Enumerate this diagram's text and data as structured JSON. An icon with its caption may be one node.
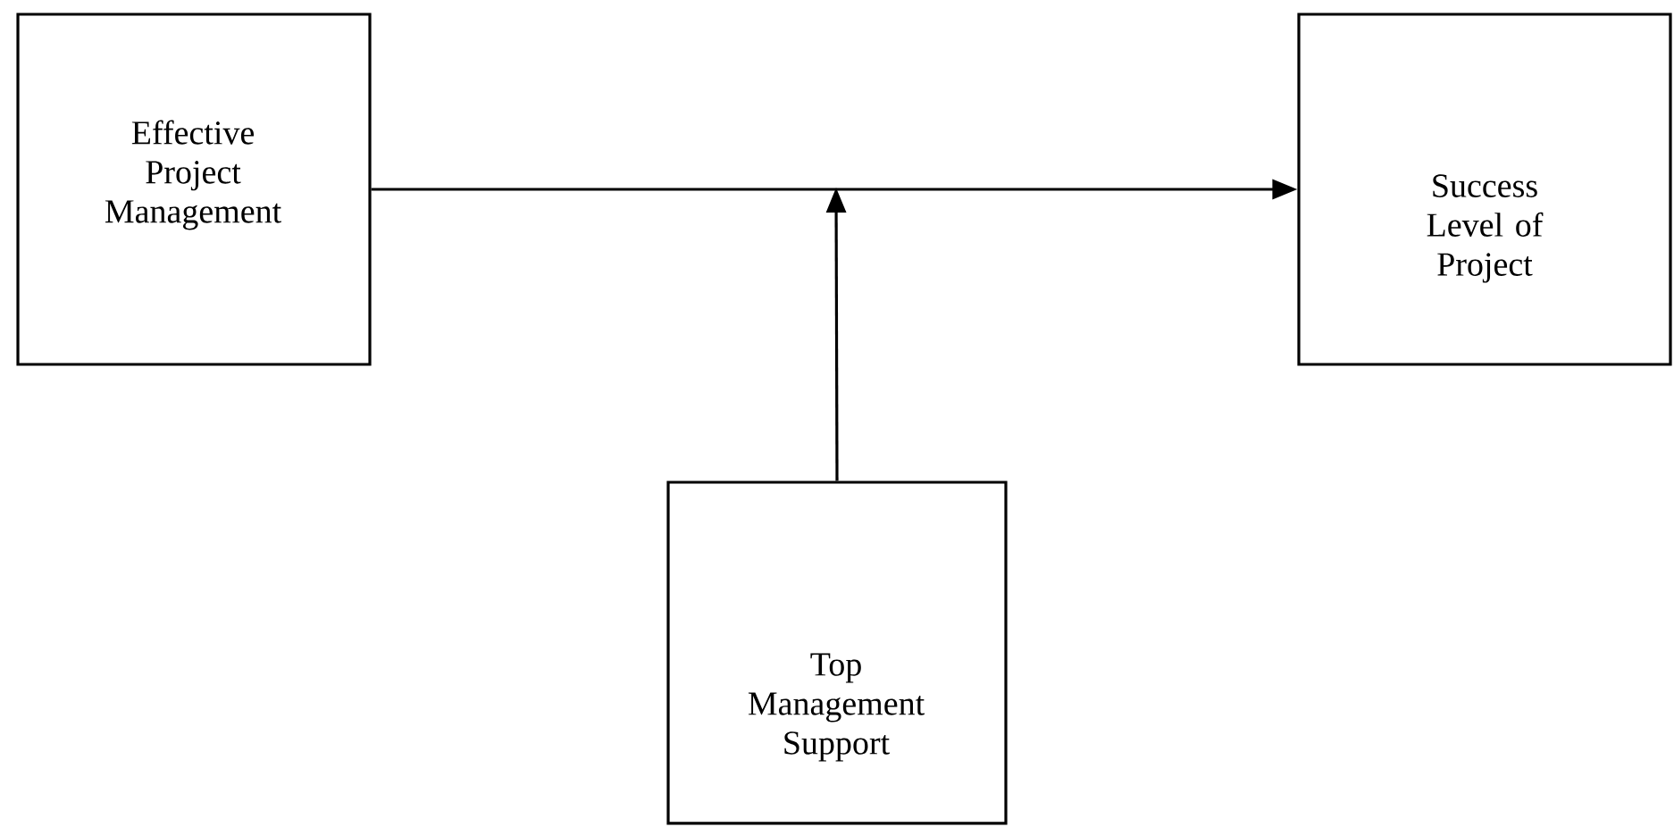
{
  "diagram": {
    "nodes": [
      {
        "text": [
          "Effective Project Management"
        ]
      },
      {
        "text": [
          "Success Level of Project"
        ]
      },
      {
        "text": [
          "Top Management Support"
        ]
      }
    ],
    "edges": [
      {
        "from": 0,
        "to": 1,
        "arrow": "to"
      },
      {
        "from": 2,
        "to": null,
        "arrow": "to"
      }
    ]
  }
}
